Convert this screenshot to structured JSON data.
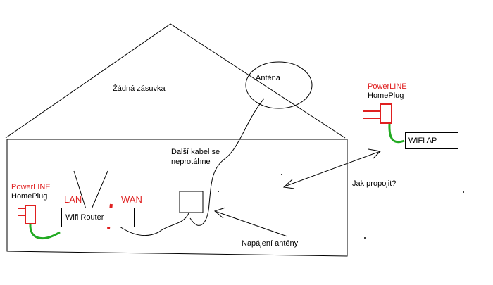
{
  "labels": {
    "no_outlet": "Žádná zásuvka",
    "antenna": "Anténa",
    "powerline_left_1": "PowerLINE",
    "powerline_left_2": "HomePlug",
    "powerline_right_1": "PowerLINE",
    "powerline_right_2": "HomePlug",
    "wifi_ap": "WIFI AP",
    "wifi_router": "Wifi Router",
    "lan": "LAN",
    "wan": "WAN",
    "cable_note_1": "Další kabel se",
    "cable_note_2": "neprotáhne",
    "question": "Jak propojit?",
    "antenna_power": "Napájení antény"
  },
  "colors": {
    "ink": "#000000",
    "red": "#e02020",
    "green": "#22aa22"
  }
}
